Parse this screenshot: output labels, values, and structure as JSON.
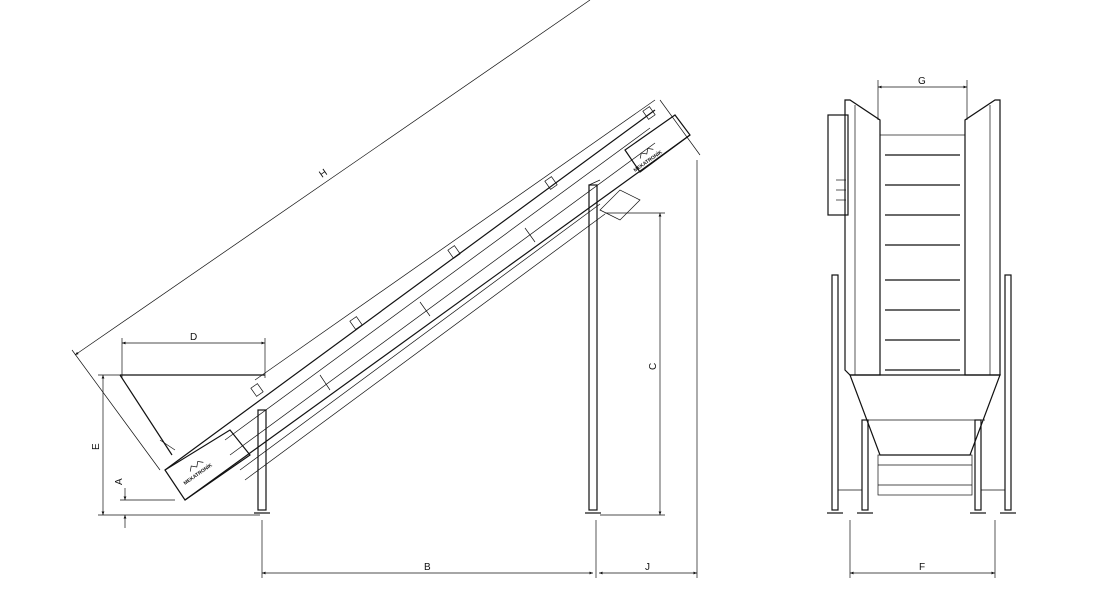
{
  "dimensions": {
    "A": "A",
    "B": "B",
    "C": "C",
    "D": "D",
    "E": "E",
    "F": "F",
    "G": "G",
    "H": "H",
    "J": "J"
  },
  "logo": {
    "text": "MEKATRONİK"
  },
  "colors": {
    "line": "#111111",
    "background": "#ffffff"
  }
}
